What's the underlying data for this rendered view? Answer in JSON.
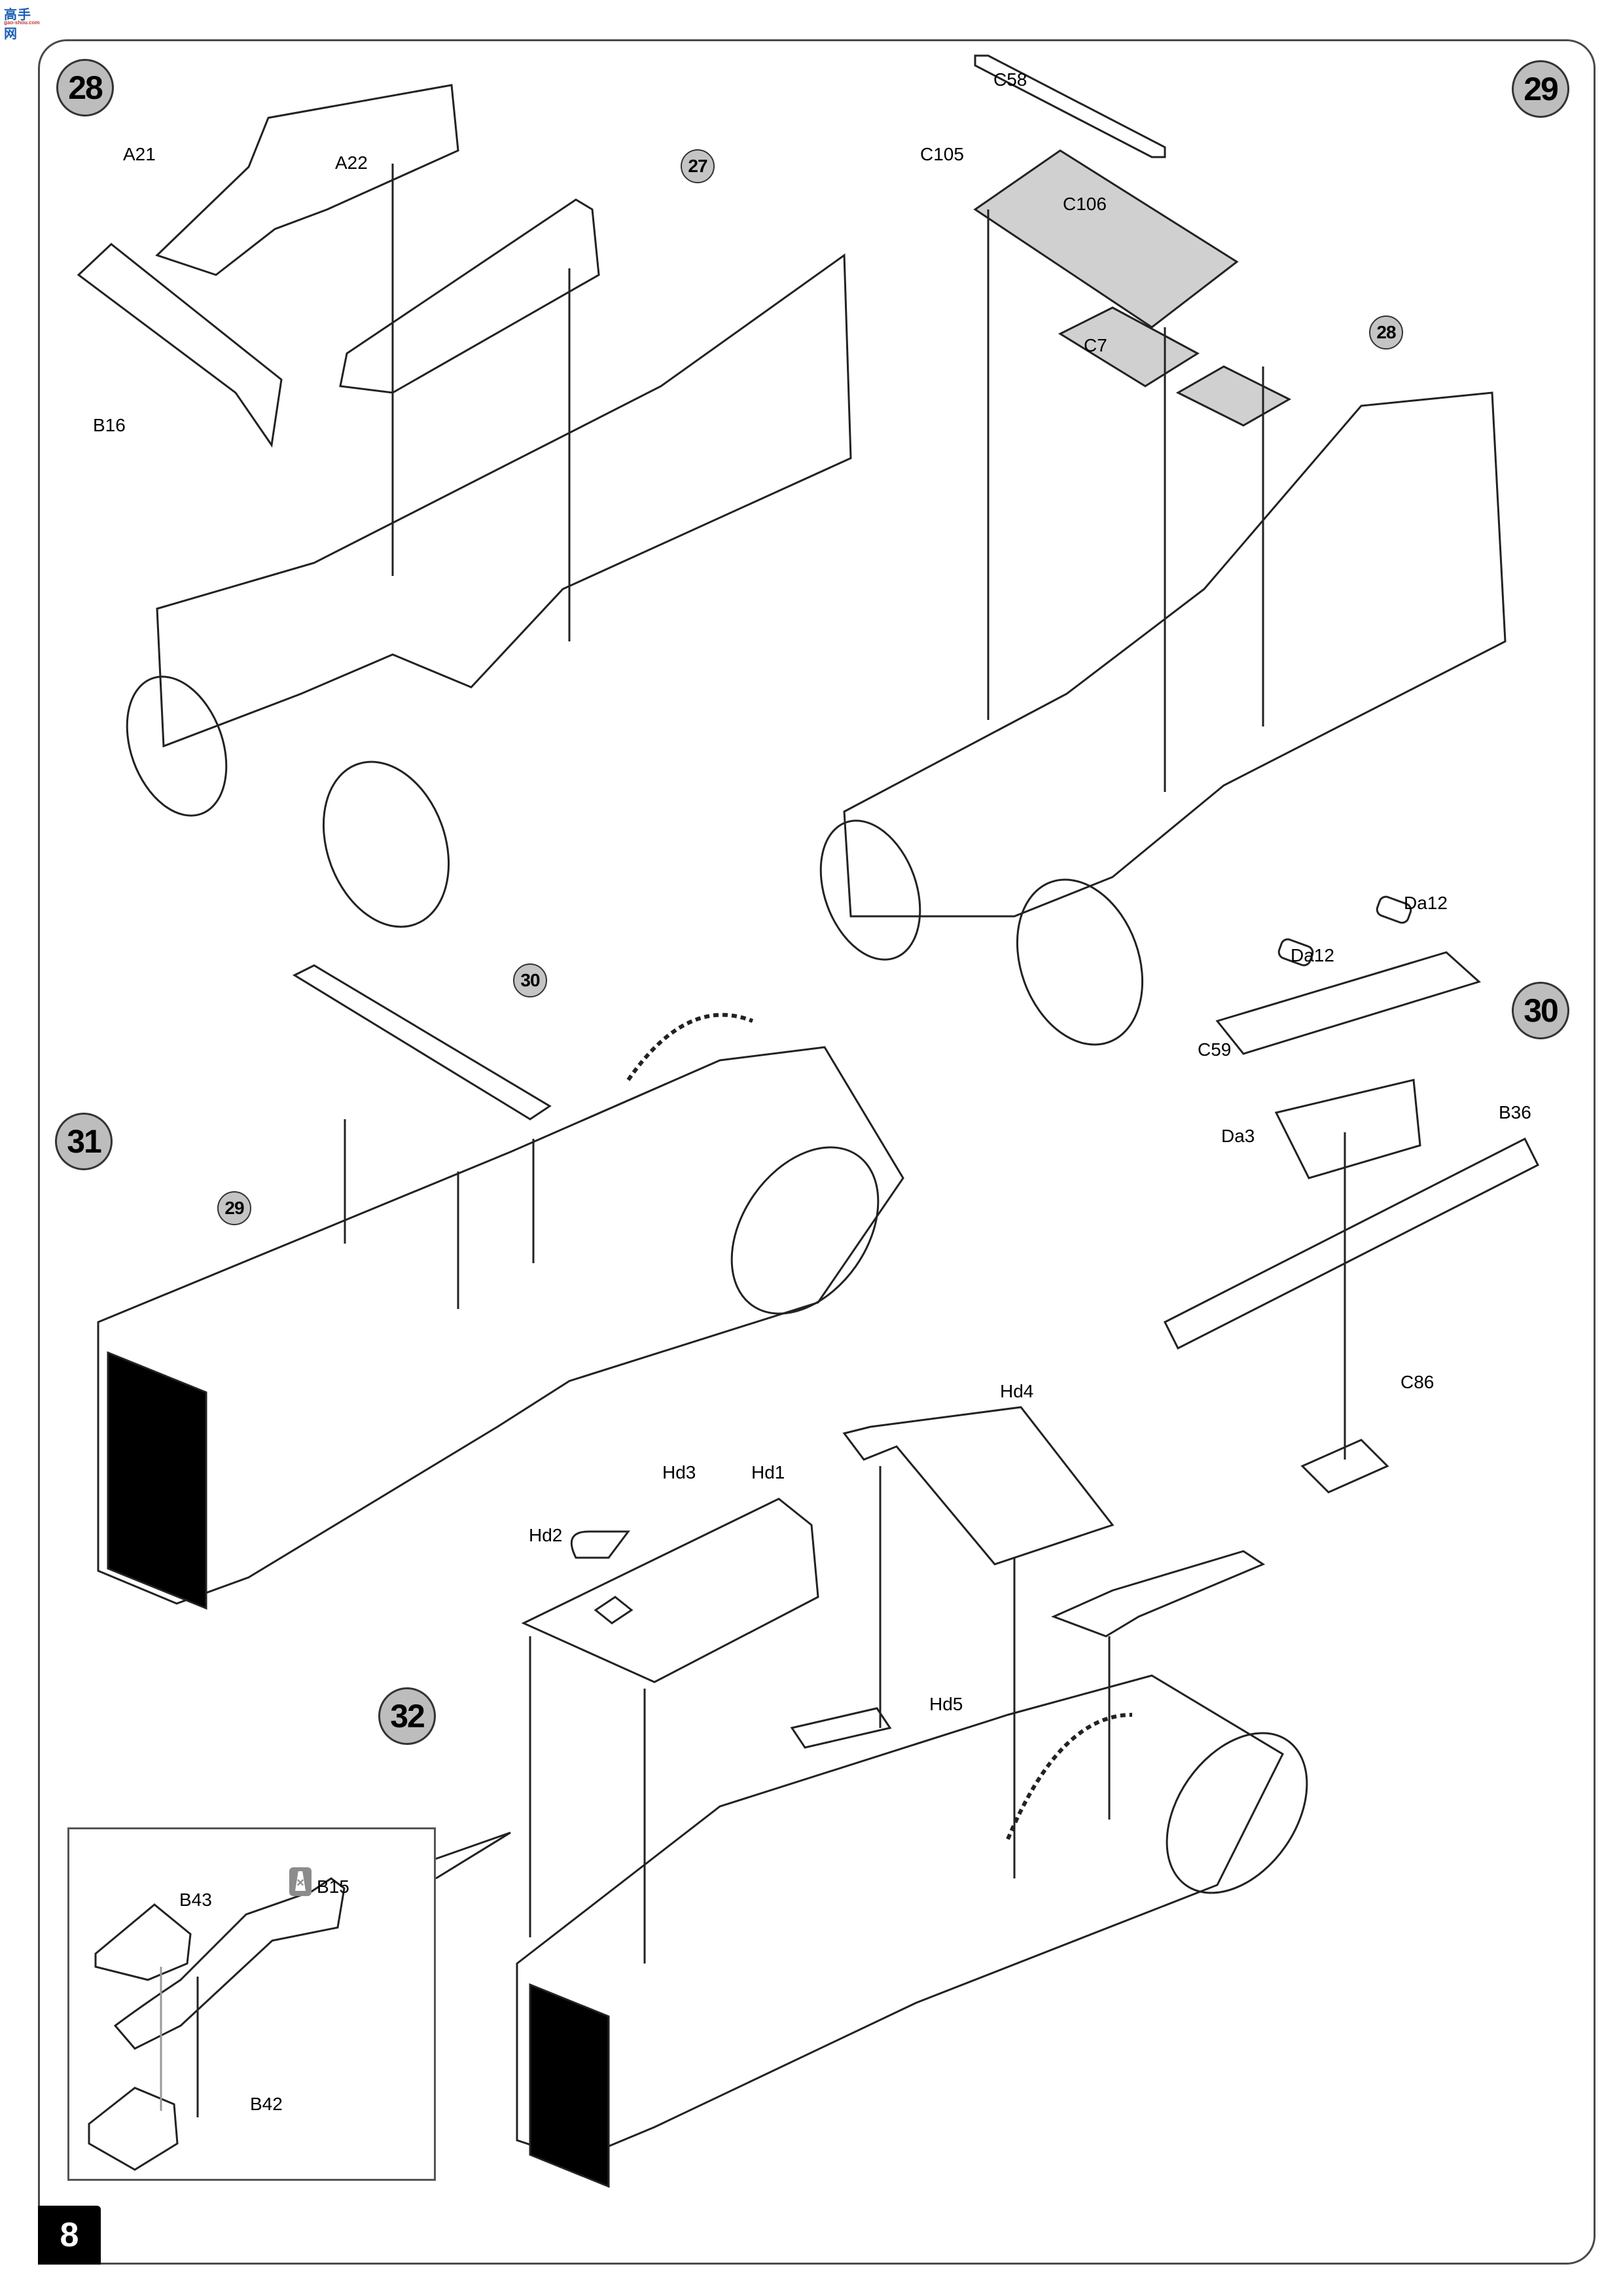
{
  "watermark": {
    "brand": "高手网",
    "url": "gao-shou.com"
  },
  "page": {
    "number": "8"
  },
  "steps": [
    {
      "id": "28",
      "parts": [
        "A21",
        "A22",
        "B16"
      ],
      "refs": [
        "27"
      ]
    },
    {
      "id": "29",
      "parts": [
        "C58",
        "C105",
        "C106",
        "C7"
      ],
      "refs": [
        "28"
      ]
    },
    {
      "id": "30",
      "parts": [
        "Da12",
        "Da12",
        "C59",
        "Da3",
        "B36",
        "C86"
      ],
      "refs": []
    },
    {
      "id": "31",
      "parts": [],
      "refs": [
        "30",
        "29"
      ]
    },
    {
      "id": "32",
      "parts": [
        "Hd4",
        "Hd3",
        "Hd1",
        "Hd2",
        "Hd5"
      ],
      "refs": []
    }
  ],
  "labels": {
    "s28": {
      "step": "28",
      "a21": "A21",
      "a22": "A22",
      "b16": "B16",
      "ref27": "27"
    },
    "s29": {
      "step": "29",
      "c58": "C58",
      "c105": "C105",
      "c106": "C106",
      "c7": "C7",
      "ref28": "28"
    },
    "s30": {
      "step": "30",
      "da12a": "Da12",
      "da12b": "Da12",
      "c59": "C59",
      "da3": "Da3",
      "b36": "B36",
      "c86": "C86"
    },
    "s31": {
      "step": "31",
      "ref30": "30",
      "ref29": "29"
    },
    "s32": {
      "step": "32",
      "hd4": "Hd4",
      "hd3": "Hd3",
      "hd1": "Hd1",
      "hd2": "Hd2",
      "hd5": "Hd5"
    },
    "inset": {
      "b43": "B43",
      "b15": "B15",
      "b42": "B42",
      "paint_icon": "cement-remove-icon"
    }
  }
}
